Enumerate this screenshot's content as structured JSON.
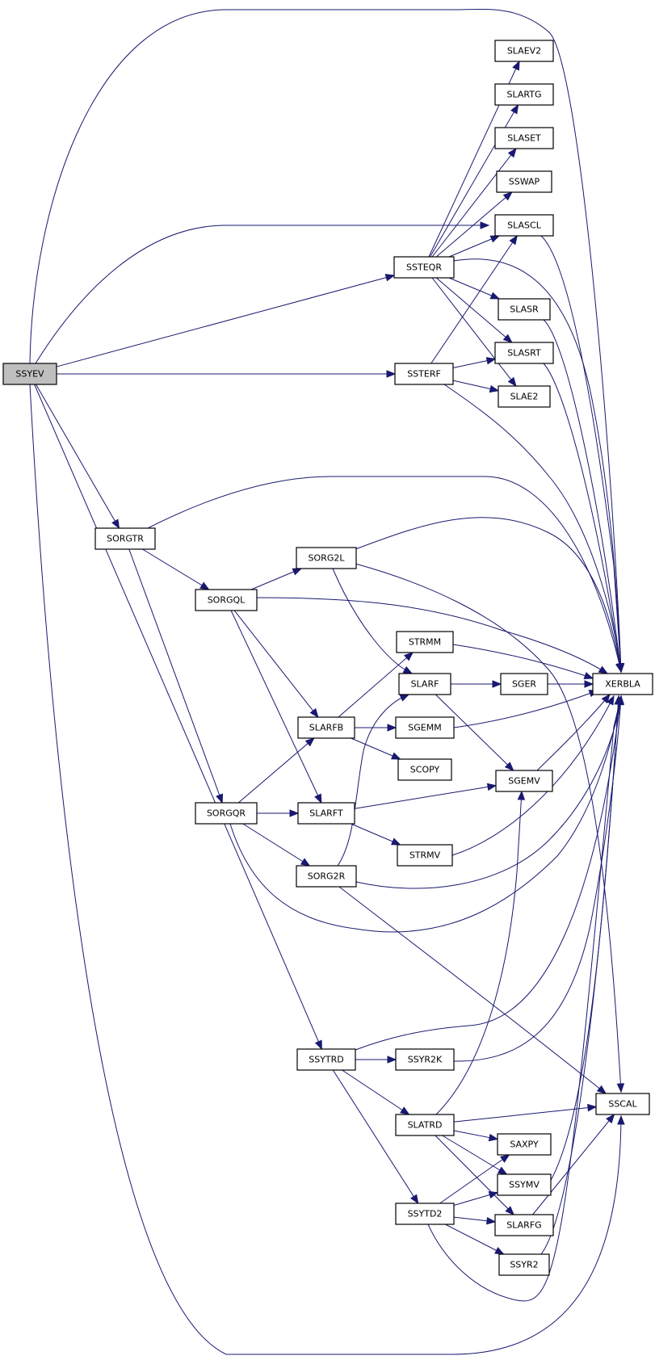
{
  "graph": {
    "type": "call-graph",
    "root": "SSYEV",
    "colors": {
      "edge": "#191970",
      "root_fill": "#bfbfbf",
      "node_fill": "#ffffff"
    },
    "nodes": [
      {
        "id": "SSYEV",
        "label": "SSYEV"
      },
      {
        "id": "SLAEV2",
        "label": "SLAEV2"
      },
      {
        "id": "SLARTG",
        "label": "SLARTG"
      },
      {
        "id": "SLASET",
        "label": "SLASET"
      },
      {
        "id": "SSWAP",
        "label": "SSWAP"
      },
      {
        "id": "SLASCL",
        "label": "SLASCL"
      },
      {
        "id": "SSTEQR",
        "label": "SSTEQR"
      },
      {
        "id": "SLASR",
        "label": "SLASR"
      },
      {
        "id": "SLASRT",
        "label": "SLASRT"
      },
      {
        "id": "SSTERF",
        "label": "SSTERF"
      },
      {
        "id": "SLAE2",
        "label": "SLAE2"
      },
      {
        "id": "SORGTR",
        "label": "SORGTR"
      },
      {
        "id": "SORG2L",
        "label": "SORG2L"
      },
      {
        "id": "SORGQL",
        "label": "SORGQL"
      },
      {
        "id": "STRMM",
        "label": "STRMM"
      },
      {
        "id": "SLARF",
        "label": "SLARF"
      },
      {
        "id": "SGER",
        "label": "SGER"
      },
      {
        "id": "XERBLA",
        "label": "XERBLA"
      },
      {
        "id": "SLARFB",
        "label": "SLARFB"
      },
      {
        "id": "SGEMM",
        "label": "SGEMM"
      },
      {
        "id": "SCOPY",
        "label": "SCOPY"
      },
      {
        "id": "SGEMV",
        "label": "SGEMV"
      },
      {
        "id": "SORGQR",
        "label": "SORGQR"
      },
      {
        "id": "SLARFT",
        "label": "SLARFT"
      },
      {
        "id": "STRMV",
        "label": "STRMV"
      },
      {
        "id": "SORG2R",
        "label": "SORG2R"
      },
      {
        "id": "SSYTRD",
        "label": "SSYTRD"
      },
      {
        "id": "SSYR2K",
        "label": "SSYR2K"
      },
      {
        "id": "SSCAL",
        "label": "SSCAL"
      },
      {
        "id": "SLATRD",
        "label": "SLATRD"
      },
      {
        "id": "SAXPY",
        "label": "SAXPY"
      },
      {
        "id": "SSYMV",
        "label": "SSYMV"
      },
      {
        "id": "SSYTD2",
        "label": "SSYTD2"
      },
      {
        "id": "SLARFG",
        "label": "SLARFG"
      },
      {
        "id": "SSYR2",
        "label": "SSYR2"
      }
    ],
    "edges": [
      [
        "SSYEV",
        "XERBLA"
      ],
      [
        "SSYEV",
        "SLASCL"
      ],
      [
        "SSYEV",
        "SSTEQR"
      ],
      [
        "SSYEV",
        "SSTERF"
      ],
      [
        "SSYEV",
        "SORGTR"
      ],
      [
        "SSYEV",
        "SSYTRD"
      ],
      [
        "SSYEV",
        "SSCAL"
      ],
      [
        "SSTEQR",
        "SLAEV2"
      ],
      [
        "SSTEQR",
        "SLARTG"
      ],
      [
        "SSTEQR",
        "SLASET"
      ],
      [
        "SSTEQR",
        "SSWAP"
      ],
      [
        "SSTEQR",
        "SLASCL"
      ],
      [
        "SSTEQR",
        "XERBLA"
      ],
      [
        "SSTEQR",
        "SLASR"
      ],
      [
        "SSTEQR",
        "SLASRT"
      ],
      [
        "SSTEQR",
        "SLAE2"
      ],
      [
        "SSTERF",
        "SLASCL"
      ],
      [
        "SSTERF",
        "SLASRT"
      ],
      [
        "SSTERF",
        "SLAE2"
      ],
      [
        "SSTERF",
        "XERBLA"
      ],
      [
        "SLASCL",
        "XERBLA"
      ],
      [
        "SLASR",
        "XERBLA"
      ],
      [
        "SLASRT",
        "XERBLA"
      ],
      [
        "SORGTR",
        "XERBLA"
      ],
      [
        "SORGTR",
        "SORGQL"
      ],
      [
        "SORGTR",
        "SORGQR"
      ],
      [
        "SORGQL",
        "SORG2L"
      ],
      [
        "SORGQL",
        "XERBLA"
      ],
      [
        "SORGQL",
        "SLARFB"
      ],
      [
        "SORGQL",
        "SLARFT"
      ],
      [
        "SORG2L",
        "XERBLA"
      ],
      [
        "SORG2L",
        "SSCAL"
      ],
      [
        "SORG2L",
        "SLARF"
      ],
      [
        "STRMM",
        "XERBLA"
      ],
      [
        "SLARF",
        "SGER"
      ],
      [
        "SLARF",
        "SGEMV"
      ],
      [
        "SGER",
        "XERBLA"
      ],
      [
        "SLARFB",
        "STRMM"
      ],
      [
        "SLARFB",
        "SGEMM"
      ],
      [
        "SLARFB",
        "SCOPY"
      ],
      [
        "SGEMM",
        "XERBLA"
      ],
      [
        "SGEMV",
        "XERBLA"
      ],
      [
        "SORGQR",
        "SLARFB"
      ],
      [
        "SORGQR",
        "SLARFT"
      ],
      [
        "SORGQR",
        "SORG2R"
      ],
      [
        "SORGQR",
        "XERBLA"
      ],
      [
        "SLARFT",
        "SGEMV"
      ],
      [
        "SLARFT",
        "STRMV"
      ],
      [
        "STRMV",
        "XERBLA"
      ],
      [
        "SORG2R",
        "SLARF"
      ],
      [
        "SORG2R",
        "XERBLA"
      ],
      [
        "SORG2R",
        "SSCAL"
      ],
      [
        "SSYTRD",
        "XERBLA"
      ],
      [
        "SSYTRD",
        "SSYR2K"
      ],
      [
        "SSYTRD",
        "SLATRD"
      ],
      [
        "SSYTRD",
        "SSYTD2"
      ],
      [
        "SSYR2K",
        "XERBLA"
      ],
      [
        "SLATRD",
        "SGEMV"
      ],
      [
        "SLATRD",
        "SSCAL"
      ],
      [
        "SLATRD",
        "SAXPY"
      ],
      [
        "SLATRD",
        "SSYMV"
      ],
      [
        "SLATRD",
        "SLARFG"
      ],
      [
        "SSYTD2",
        "SAXPY"
      ],
      [
        "SSYTD2",
        "SSYMV"
      ],
      [
        "SSYTD2",
        "SLARFG"
      ],
      [
        "SSYTD2",
        "SSYR2"
      ],
      [
        "SSYTD2",
        "XERBLA"
      ],
      [
        "SSYMV",
        "XERBLA"
      ],
      [
        "SLARFG",
        "SSCAL"
      ],
      [
        "SSYR2",
        "XERBLA"
      ]
    ]
  }
}
